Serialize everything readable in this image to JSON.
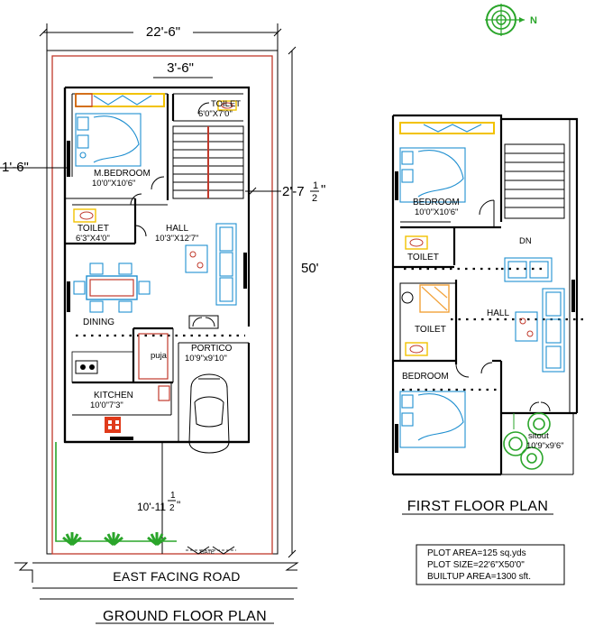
{
  "ground_floor": {
    "title": "GROUND FLOOR PLAN",
    "dim_width": "22'-6\"",
    "dim_stair": "3'-6\"",
    "dim_setback_left": "1'-6\"",
    "dim_setback_right_main": "2'-7",
    "dim_setback_right_frac_num": "1",
    "dim_setback_right_frac_den": "2",
    "dim_setback_right_end": "\"",
    "dim_depth": "50'",
    "dim_front_main": "10'-11",
    "dim_front_frac_num": "1",
    "dim_front_frac_den": "2",
    "dim_front_end": "\"",
    "road_label": "EAST FACING ROAD",
    "gate_label": "GATE",
    "rooms": {
      "toilet1_name": "TOILET",
      "toilet1_size": "6'0\"X7'0\"",
      "mbed_name": "M.BEDROOM",
      "mbed_size": "10'0\"X10'6\"",
      "toilet2_name": "TOILET",
      "toilet2_size": "6'3\"X4'0\"",
      "hall_name": "HALL",
      "hall_size": "10'3\"X12'7\"",
      "dining_name": "DINING",
      "puja_name": "puja",
      "portico_name": "PORTICO",
      "portico_size": "10'9\"x9'10\"",
      "kitchen_name": "KITCHEN",
      "kitchen_size": "10'0\"7'3\""
    }
  },
  "first_floor": {
    "title": "FIRST FLOOR PLAN",
    "rooms": {
      "bed1_name": "BEDROOM",
      "bed1_size": "10'0\"X10'6\"",
      "dn_label": "DN",
      "toilet1_name": "TOILET",
      "hall_name": "HALL",
      "toilet2_name": "TOILET",
      "bed2_name": "BEDROOM",
      "sitout_name": "sitout",
      "sitout_size": "10'9\"x9'6\""
    }
  },
  "info": {
    "plot_area": "PLOT AREA=125 sq.yds",
    "plot_size": "PLOT SIZE=22'6\"X50'0\"",
    "builtup": "BUILTUP AREA=1300 sft."
  },
  "compass_label": "N",
  "colors": {
    "wall": "#000000",
    "boundary": "#c0392b",
    "furniture": "#1f8fd0",
    "greenery": "#2aa52a",
    "kitchen_stove": "#e03a1a",
    "window_yellow": "#f2c200"
  }
}
